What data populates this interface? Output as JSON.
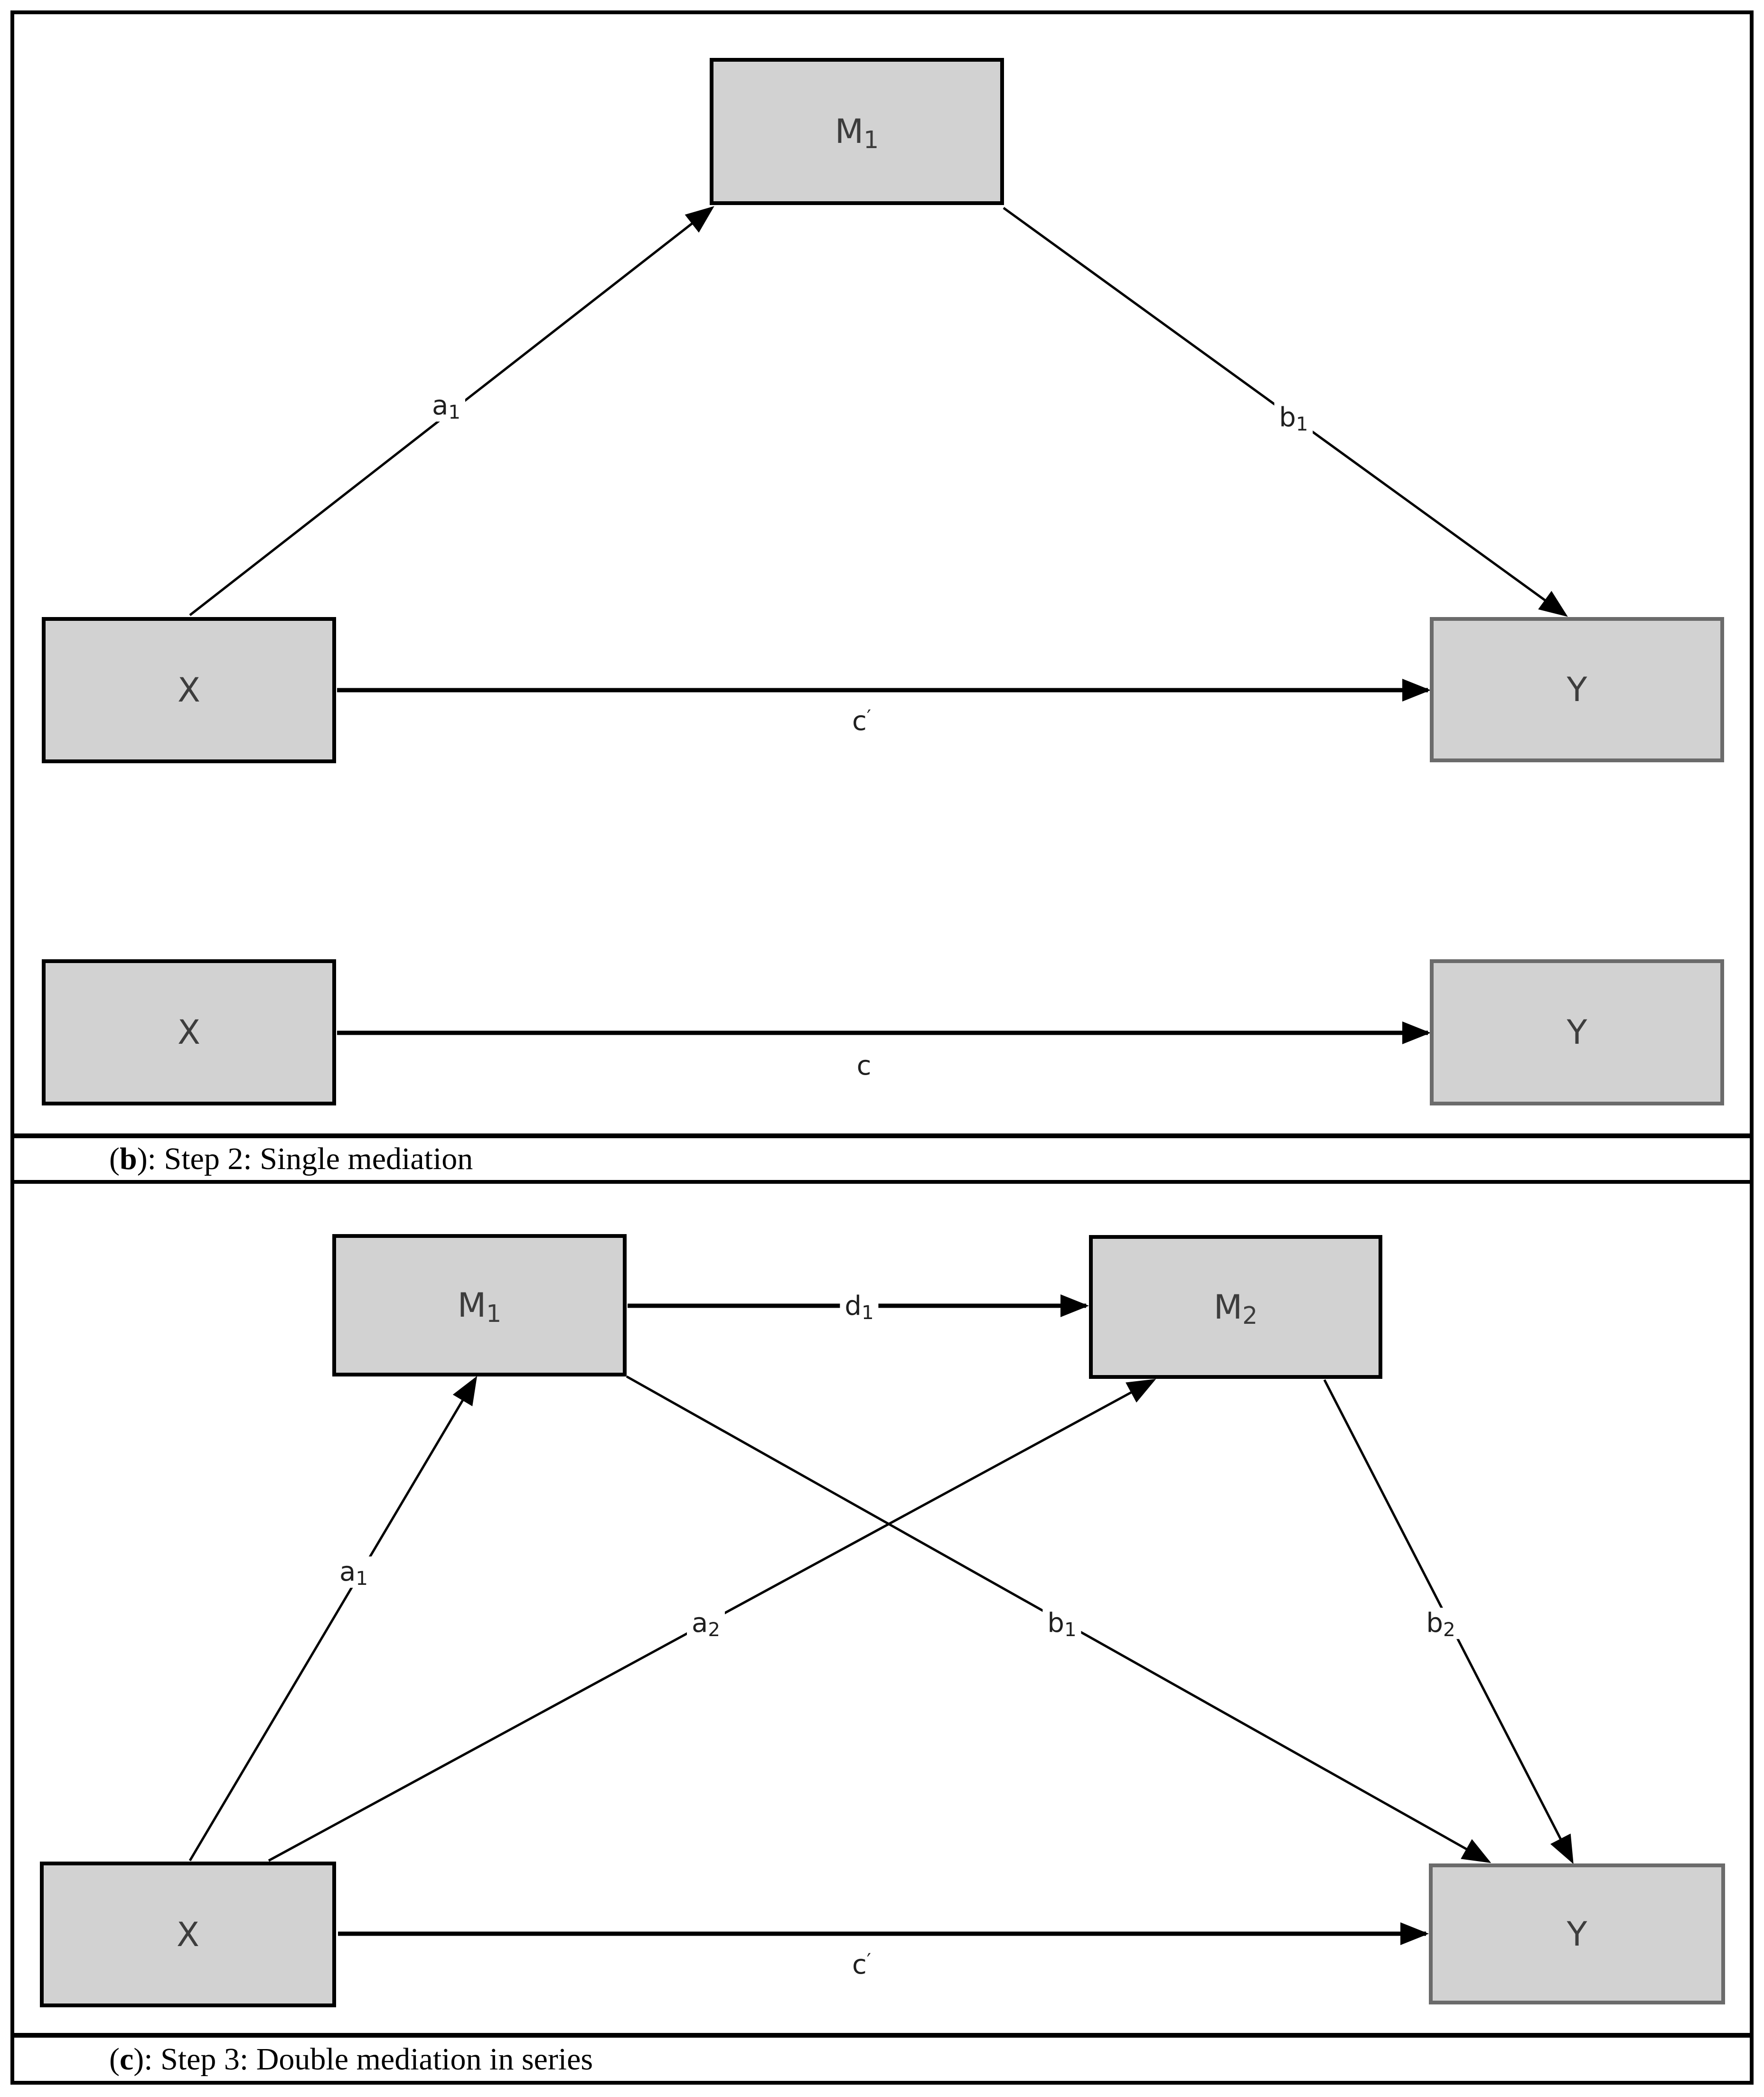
{
  "panel_b": {
    "caption": {
      "open": "(",
      "letter": "b",
      "rest": "): Step 2: Single mediation"
    },
    "nodes": {
      "m1": {
        "base": "M",
        "sub": "1"
      },
      "x_top": {
        "base": "X",
        "sub": ""
      },
      "y_top": {
        "base": "Y",
        "sub": ""
      },
      "x_bottom": {
        "base": "X",
        "sub": ""
      },
      "y_bottom": {
        "base": "Y",
        "sub": ""
      }
    },
    "edges": {
      "a1": {
        "base": "a",
        "sub": "1",
        "sup": ""
      },
      "b1": {
        "base": "b",
        "sub": "1",
        "sup": ""
      },
      "c_prime": {
        "base": "c",
        "sub": "",
        "sup": "′"
      },
      "c": {
        "base": "c",
        "sub": "",
        "sup": ""
      }
    }
  },
  "panel_c": {
    "caption": {
      "open": "(",
      "letter": "c",
      "rest": "): Step 3: Double mediation in series"
    },
    "nodes": {
      "m1": {
        "base": "M",
        "sub": "1"
      },
      "m2": {
        "base": "M",
        "sub": "2"
      },
      "x": {
        "base": "X",
        "sub": ""
      },
      "y": {
        "base": "Y",
        "sub": ""
      }
    },
    "edges": {
      "a1": {
        "base": "a",
        "sub": "1",
        "sup": ""
      },
      "a2": {
        "base": "a",
        "sub": "2",
        "sup": ""
      },
      "d1": {
        "base": "d",
        "sub": "1",
        "sup": ""
      },
      "b1": {
        "base": "b",
        "sub": "1",
        "sup": ""
      },
      "b2": {
        "base": "b",
        "sub": "2",
        "sup": ""
      },
      "c_prime": {
        "base": "c",
        "sub": "",
        "sup": "′"
      }
    }
  },
  "colors": {
    "box_fill": "#d2d2d2",
    "box_border": "#000000",
    "y_box_border": "#6b6b6b",
    "line": "#000000",
    "edge_label": "#1f1f1f",
    "box_label": "#3d3d3d"
  }
}
